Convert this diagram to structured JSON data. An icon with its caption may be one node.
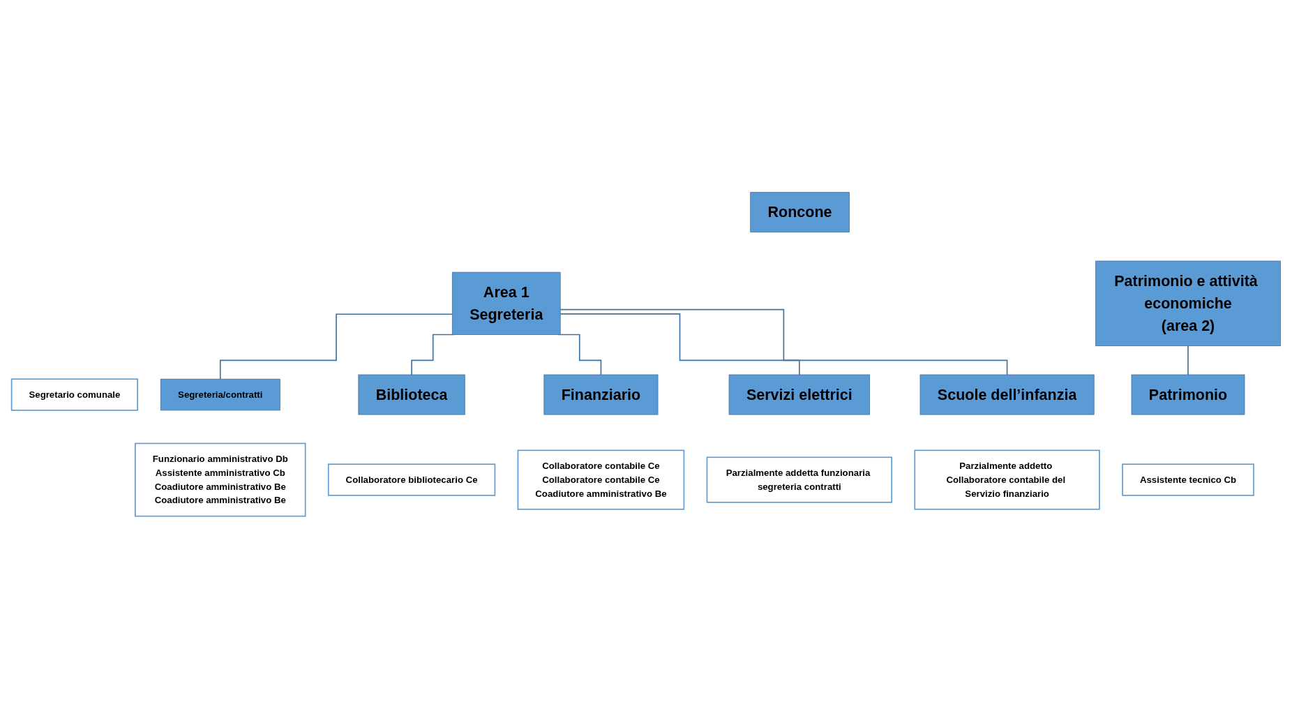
{
  "diagram": {
    "nodes": [
      {
        "text": [
          "Roncone"
        ]
      },
      {
        "text": [
          "Area 1",
          "Segreteria"
        ]
      },
      {
        "text": [
          "Segretario comunale"
        ]
      },
      {
        "text": [
          "Segreteria/contratti"
        ]
      },
      {
        "text": [
          "Funzionario amministrativo Db",
          "Assistente amministrativo Cb",
          "Coadiutore amministrativo Be",
          "Coadiutore amministrativo Be"
        ]
      },
      {
        "text": [
          "Biblioteca"
        ]
      },
      {
        "text": [
          "Collaboratore bibliotecario Ce"
        ]
      },
      {
        "text": [
          "Finanziario"
        ]
      },
      {
        "text": [
          "Collaboratore contabile Ce",
          "Collaboratore contabile Ce",
          "Coadiutore amministrativo Be"
        ]
      },
      {
        "text": [
          "Servizi elettrici"
        ]
      },
      {
        "text": [
          "Parzialmente addetta funzionaria segreteria contratti"
        ]
      },
      {
        "text": [
          "Scuole dell’infanzia"
        ]
      },
      {
        "text": [
          "Parzialmente addetto Collaboratore contabile del Servizio finanziario"
        ]
      },
      {
        "text": [
          "Patrimonio e attività economiche",
          "(area 2)"
        ]
      },
      {
        "text": [
          "Patrimonio"
        ]
      },
      {
        "text": [
          "Assistente tecnico Cb"
        ]
      }
    ],
    "edges": [
      {
        "from": 1,
        "to": 3,
        "arrow": "none"
      },
      {
        "from": 1,
        "to": 5,
        "arrow": "none"
      },
      {
        "from": 1,
        "to": 7,
        "arrow": "none"
      },
      {
        "from": 1,
        "to": 9,
        "arrow": "none"
      },
      {
        "from": 1,
        "to": 11,
        "arrow": "none"
      },
      {
        "from": 13,
        "to": 14,
        "arrow": "none"
      }
    ]
  }
}
